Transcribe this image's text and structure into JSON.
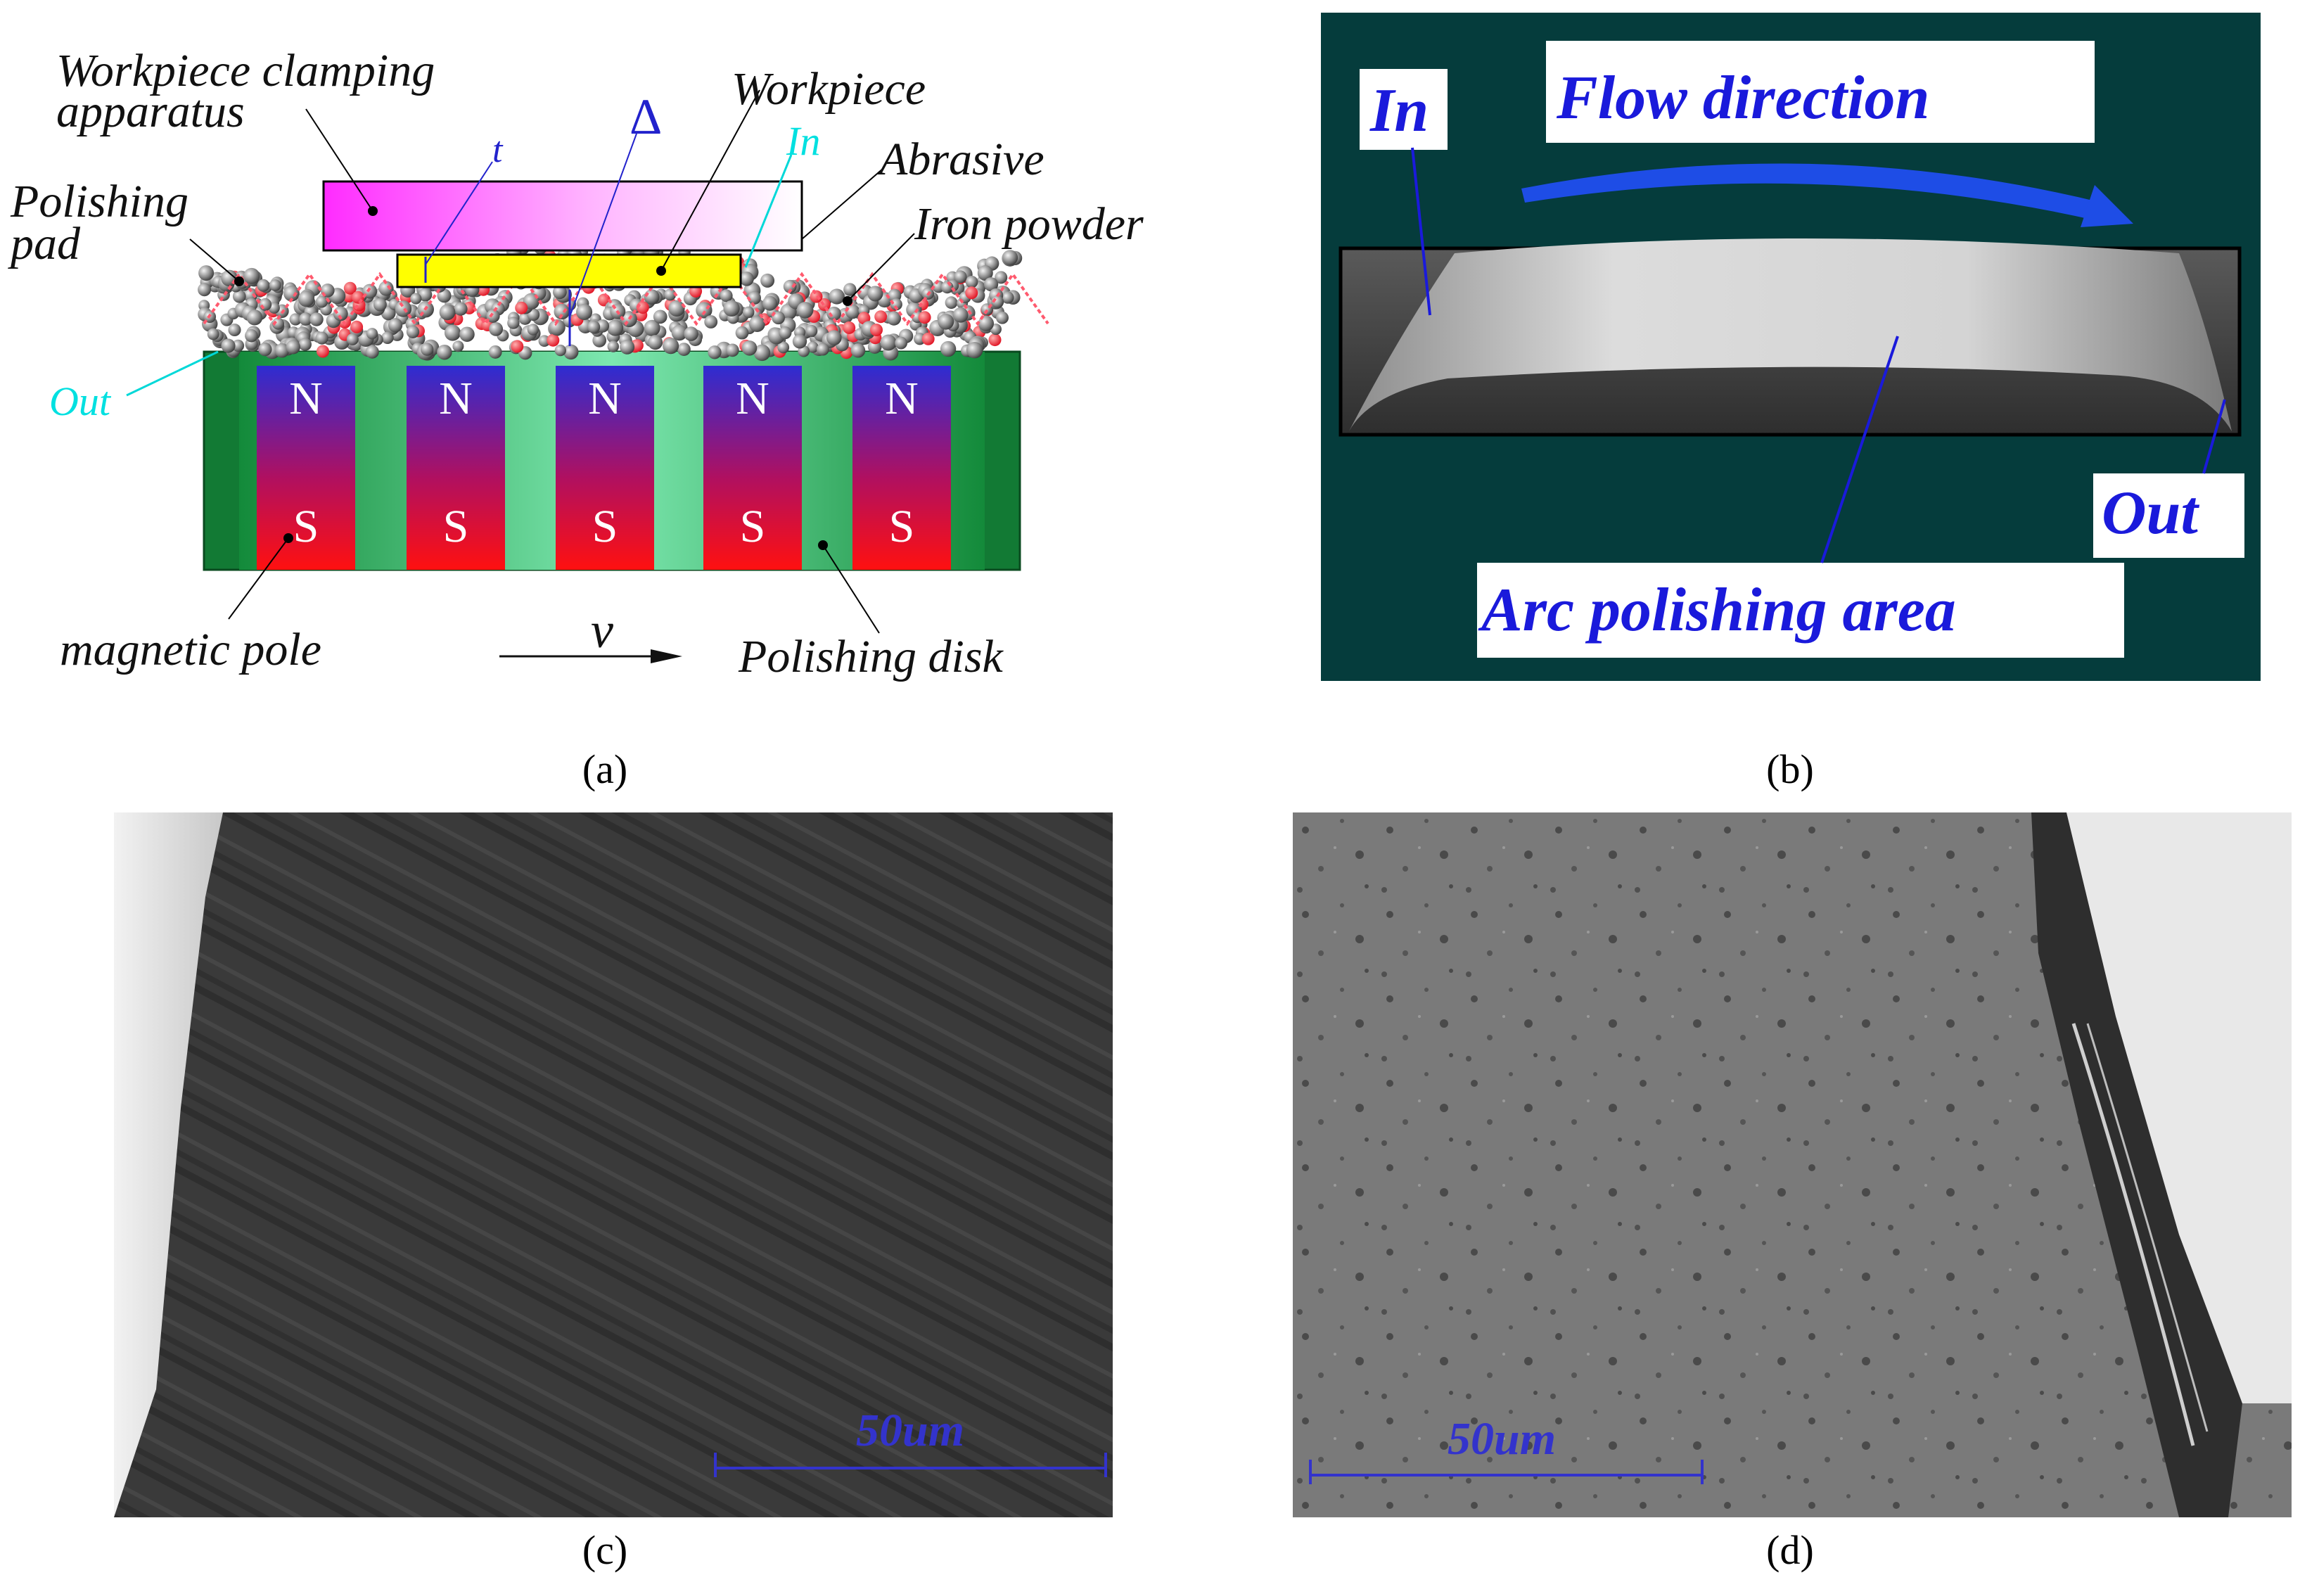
{
  "panel_a": {
    "labels": {
      "clamp_line1": "Workpiece clamping",
      "clamp_line2": "apparatus",
      "workpiece": "Workpiece",
      "abrasive": "Abrasive",
      "iron_powder": "Iron powder",
      "pad_line1": "Polishing",
      "pad_line2": "pad",
      "in": "In",
      "out": "Out",
      "t": "t",
      "delta": "Δ",
      "magnetic_pole": "magnetic pole",
      "velocity": "v",
      "polishing_disk": "Polishing disk"
    },
    "poles_north": [
      "N",
      "N",
      "N",
      "N",
      "N"
    ],
    "poles_south": [
      "S",
      "S",
      "S",
      "S",
      "S"
    ],
    "colors": {
      "clamp": "#ff33ff",
      "workpiece": "#ffff00",
      "disk": "#1a8a3a",
      "pole_top": "#2b2bd6",
      "pole_bottom": "#ff1010",
      "label_cyan": "#00e5e5"
    }
  },
  "panel_b": {
    "in_label": "In",
    "out_label": "Out",
    "flow_label": "Flow direction",
    "area_label": "Arc polishing area",
    "colors": {
      "background": "#053c3c",
      "label_text": "#1a1adb"
    }
  },
  "panel_c": {
    "scale_label": "50um"
  },
  "panel_d": {
    "scale_label": "50um"
  },
  "captions": {
    "a": "(a)",
    "b": "(b)",
    "c": "(c)",
    "d": "(d)"
  }
}
